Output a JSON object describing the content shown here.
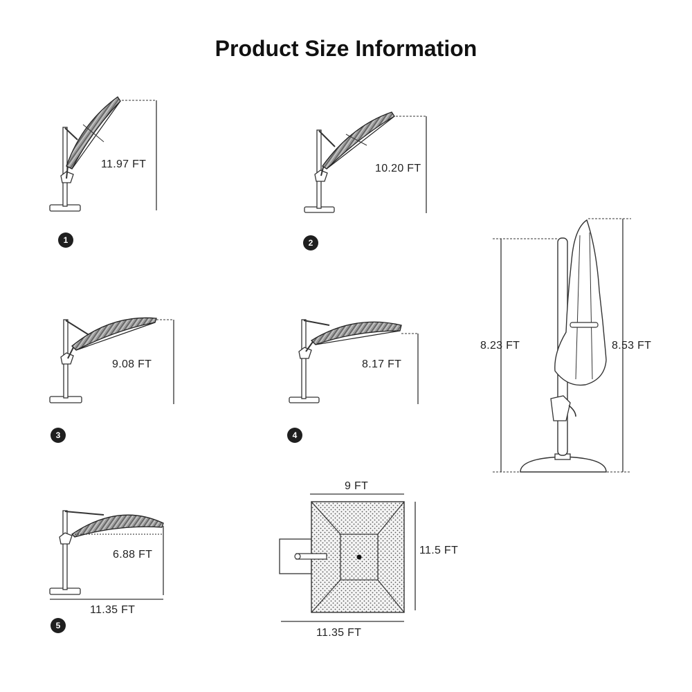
{
  "title": "Product Size Information",
  "positions": [
    {
      "badge": "1",
      "height": "11.97 FT"
    },
    {
      "badge": "2",
      "height": "10.20 FT"
    },
    {
      "badge": "3",
      "height": "9.08 FT"
    },
    {
      "badge": "4",
      "height": "8.17 FT"
    },
    {
      "badge": "5",
      "height": "6.88 FT",
      "width": "11.35 FT"
    }
  ],
  "closed_view": {
    "pole_height": "8.23 FT",
    "total_height": "8.53 FT"
  },
  "top_view": {
    "width": "9 FT",
    "depth": "11.5 FT",
    "overall_width": "11.35 FT"
  }
}
